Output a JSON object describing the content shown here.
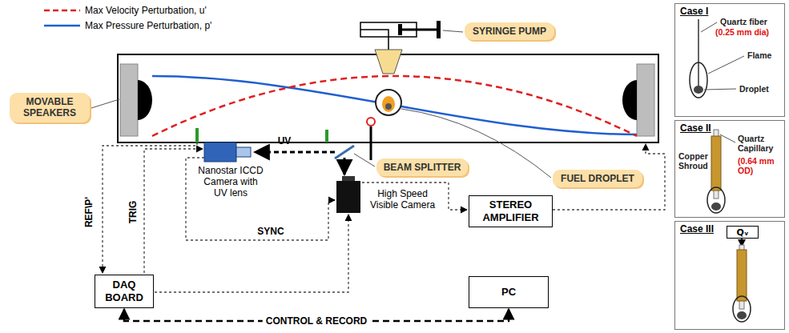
{
  "diagram": {
    "nodes": [
      {
        "text": [
          "MOVABLE SPEAKERS"
        ]
      },
      {
        "text": [
          "SYRINGE PUMP"
        ]
      },
      {
        "text": [
          "BEAM SPLITTER"
        ]
      },
      {
        "text": [
          "FUEL DROPLET"
        ]
      },
      {
        "text": [
          "STEREO AMPLIFIER"
        ]
      },
      {
        "text": [
          "DAQ BOARD"
        ]
      },
      {
        "text": [
          "PC"
        ]
      },
      {
        "text": [
          "Case I",
          "Quartz fiber",
          "(0.25 mm dia)",
          "Flame",
          "Droplet"
        ]
      },
      {
        "text": [
          "Case II",
          "Copper Shroud",
          "Quartz Capillary",
          "(0.64 mm OD)"
        ]
      },
      {
        "text": [
          "Case III"
        ]
      },
      {
        "text": [
          "Qᵥ"
        ],
        "in": 9
      }
    ],
    "edges": [
      {
        "from": 5,
        "to": 6,
        "arrow": "both",
        "label": "CONTROL & RECORD"
      }
    ],
    "labels": [
      "UV",
      "Nanostar ICCD Camera with UV lens",
      "High Speed Visible Camera",
      "SYNC",
      "TRIG",
      "REF\\P'"
    ],
    "legend": [
      {
        "text": "Max Velocity Perturbation, u'"
      },
      {
        "text": "Max Pressure Perturbation, p'"
      }
    ]
  }
}
